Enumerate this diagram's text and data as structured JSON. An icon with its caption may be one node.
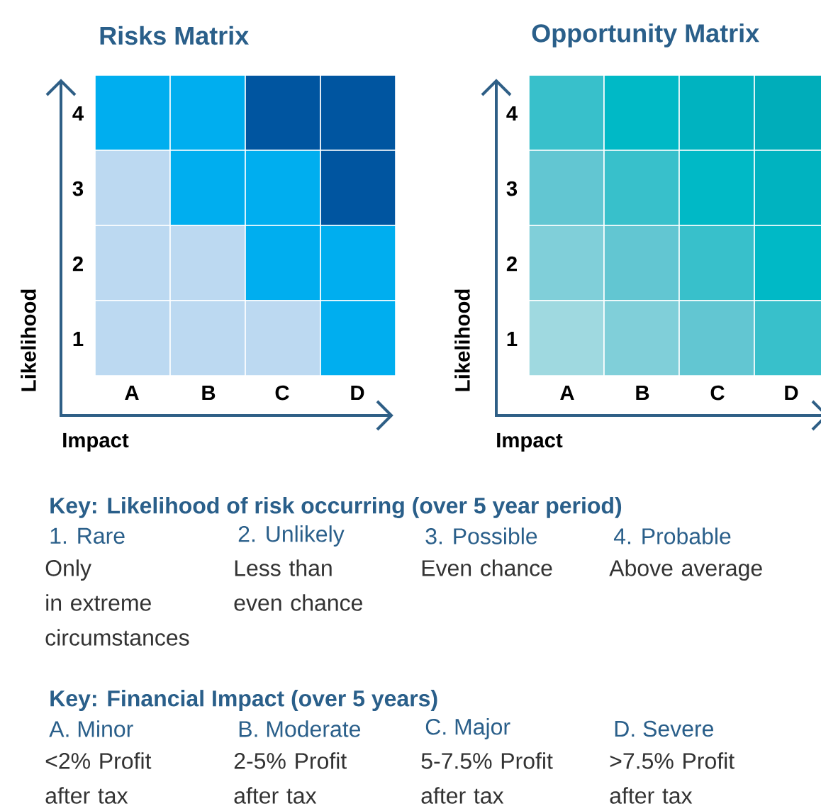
{
  "diagram": {
    "labels": [
      "Risks Matrix",
      "Opportunity Matrix",
      "4",
      "3",
      "2",
      "1",
      "A",
      "B",
      "C",
      "D",
      "Likelihood",
      "Impact",
      "4",
      "3",
      "2",
      "1",
      "A",
      "B",
      "C",
      "D",
      "Likelihood",
      "Impact",
      "Key: Likelihood of risk occurring (over 5 year period)",
      "1. Rare",
      "2. Unlikely",
      "3. Possible",
      "4. Probable",
      "Only in extreme circumstances",
      "Less than even chance",
      "Even chance",
      "Above average",
      "Key: Financial Impact (over 5 years)",
      "A. Minor",
      "B. Moderate",
      "C. Major",
      "D. Severe",
      "<2% Profit after tax",
      "2-5% Profit after tax",
      "5-7.5% Profit after tax",
      ">7.5% Profit after tax"
    ]
  }
}
